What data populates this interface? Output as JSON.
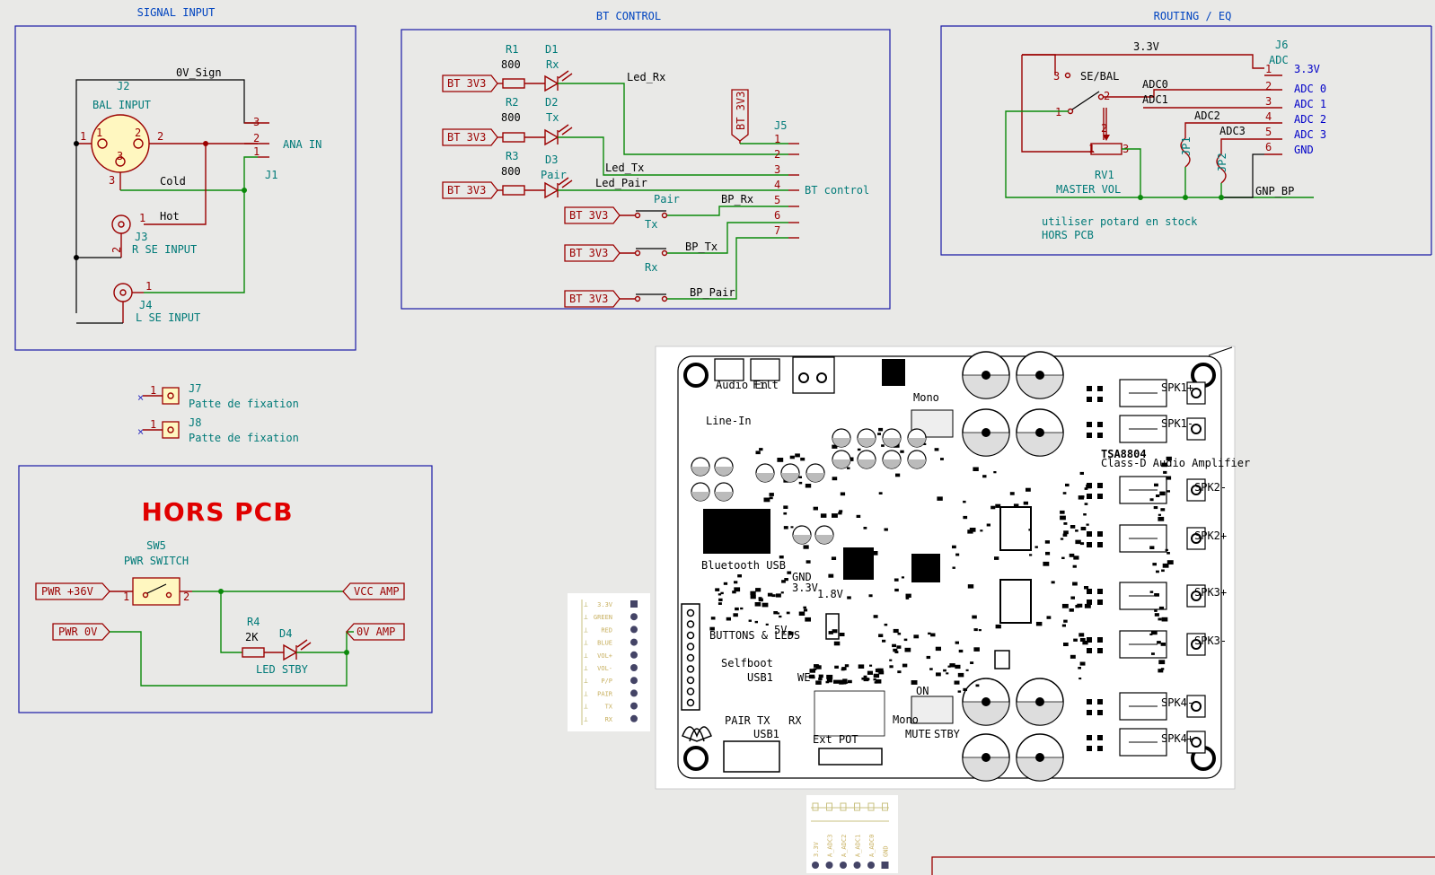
{
  "blocks": {
    "signal_input": "SIGNAL INPUT",
    "bt_control": "BT CONTROL",
    "routing_eq": "ROUTING / EQ",
    "hors_pcb": "HORS PCB"
  },
  "signal_input": {
    "ov_sign": "0V_Sign",
    "j2_ref": "J2",
    "j2_val": "BAL INPUT",
    "cold": "Cold",
    "hot": "Hot",
    "j3_ref": "J3",
    "j3_val": "R SE INPUT",
    "j4_ref": "J4",
    "j4_val": "L SE INPUT",
    "j1_ref": "J1",
    "ana_in": "ANA IN",
    "pin1": "1",
    "pin2": "2",
    "pin3": "3"
  },
  "bt_control": {
    "r1": "R1",
    "r1_val": "800",
    "r2": "R2",
    "r2_val": "800",
    "r3": "R3",
    "r3_val": "800",
    "d1": "D1",
    "d1_val": "Rx",
    "d2": "D2",
    "d2_val": "Tx",
    "d3": "D3",
    "d3_val": "Pair",
    "bt3v3": "BT 3V3",
    "led_rx": "Led_Rx",
    "led_tx": "Led_Tx",
    "led_pair": "Led_Pair",
    "bp_rx": "BP_Rx",
    "bp_tx": "BP_Tx",
    "bp_pair": "BP_Pair",
    "sw_pair": "Pair",
    "sw_tx": "Tx",
    "sw_rx": "Rx",
    "j5_ref": "J5",
    "j5_val": "BT control",
    "pins": [
      "1",
      "2",
      "3",
      "4",
      "5",
      "6",
      "7"
    ]
  },
  "routing": {
    "v33": "3.3V",
    "j6_ref": "J6",
    "j6_val": "ADC",
    "se_bal": "SE/BAL",
    "adc0": "ADC0",
    "adc1": "ADC1",
    "adc2": "ADC2",
    "adc3": "ADC3",
    "rv1": "RV1",
    "rv1_val": "MASTER VOL",
    "jp1": "JP1",
    "jp2": "JP2",
    "gnp_bp": "GNP_BP",
    "note1": "utiliser potard en stock",
    "note2": "HORS PCB",
    "j6_labels": [
      "3.3V",
      "ADC 0",
      "ADC 1",
      "ADC 2",
      "ADC 3",
      "GND"
    ],
    "pins": [
      "1",
      "2",
      "3",
      "4",
      "5",
      "6"
    ]
  },
  "mounting": [
    {
      "ref": "J7",
      "val": "Patte de fixation"
    },
    {
      "ref": "J8",
      "val": "Patte de fixation"
    }
  ],
  "power": {
    "sw5_ref": "SW5",
    "sw5_val": "PWR SWITCH",
    "pwr36": "PWR +36V",
    "pwr0": "PWR 0V",
    "vcc_amp": "VCC AMP",
    "ov_amp": "0V AMP",
    "r4": "R4",
    "r4_val": "2K",
    "d4": "D4",
    "led_stby": "LED STBY"
  },
  "pcb": {
    "title": "TSA8804",
    "subtitle": "Class-D Audio Amplifier",
    "labels": [
      "Audio En",
      "Filt",
      "Mono",
      "Line-In",
      "Bluetooth USB",
      "BUTTONS & LEDS",
      "Selfboot",
      "USB1",
      "WE",
      "PAIR",
      "TX",
      "RX",
      "USB1",
      "Ext POT",
      "MUTE",
      "STBY",
      "SPK1+",
      "SPK1-",
      "SPK2-",
      "SPK2+",
      "SPK3+",
      "SPK3-",
      "SPK4-",
      "SPK4+",
      "GND",
      "3.3V",
      "1.8V",
      "5V",
      "ON",
      "Mono"
    ]
  },
  "connector_small": {
    "labels": [
      "3.3V",
      "GREEN",
      "RED",
      "BLUE",
      "VOL+",
      "VOL-",
      "P/P",
      "PAIR",
      "TX",
      "RX"
    ]
  },
  "connector_bottom": {
    "labels": [
      "3.3V",
      "A_ADC3",
      "A_ADC2",
      "A_ADC1",
      "A_ADC0",
      "GND"
    ]
  }
}
